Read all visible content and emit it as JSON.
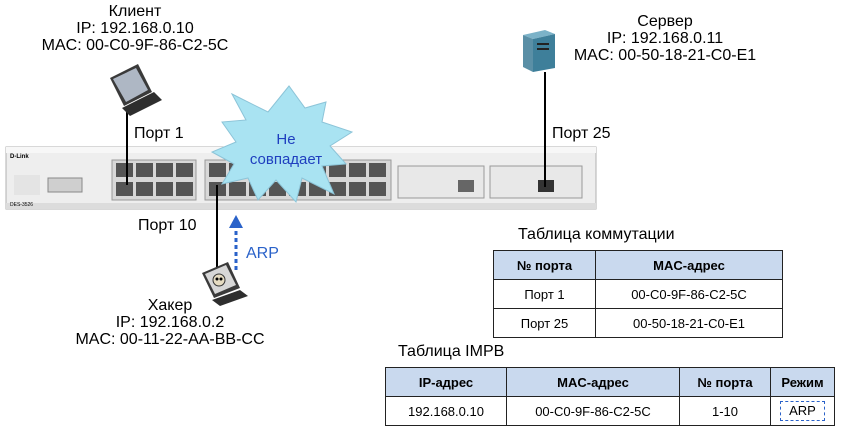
{
  "client": {
    "name": "Клиент",
    "ip": "IP: 192.168.0.10",
    "mac": "MAC: 00-C0-9F-86-C2-5C"
  },
  "server": {
    "name": "Сервер",
    "ip": "IP: 192.168.0.11",
    "mac": "MAC: 00-50-18-21-C0-E1"
  },
  "hacker": {
    "name": "Хакер",
    "ip": "IP: 192.168.0.2",
    "mac": "MAC: 00-11-22-AA-BB-CC"
  },
  "ports": {
    "port1": "Порт 1",
    "port10": "Порт 10",
    "port25": "Порт 25"
  },
  "mismatch": {
    "line1": "Не",
    "line2": "совпадает"
  },
  "arp_label": "ARP",
  "switch_brand": "D-Link",
  "switch_model": "DES-3526",
  "switching_table": {
    "title": "Таблица коммутации",
    "headers": [
      "№ порта",
      "MAC-адрес"
    ],
    "rows": [
      [
        "Порт 1",
        "00-C0-9F-86-C2-5C"
      ],
      [
        "Порт 25",
        "00-50-18-21-C0-E1"
      ]
    ]
  },
  "impb_table": {
    "title": "Таблица IMPB",
    "headers": [
      "IP-адрес",
      "MAC-адрес",
      "№ порта",
      "Режим"
    ],
    "rows": [
      [
        "192.168.0.10",
        "00-C0-9F-86-C2-5C",
        "1-10",
        "ARP"
      ]
    ]
  },
  "colors": {
    "header_bg": "#c9d9ee",
    "burst": "#a9e3f2",
    "burst_text": "#1f3fbf",
    "arp": "#2a62c9"
  }
}
